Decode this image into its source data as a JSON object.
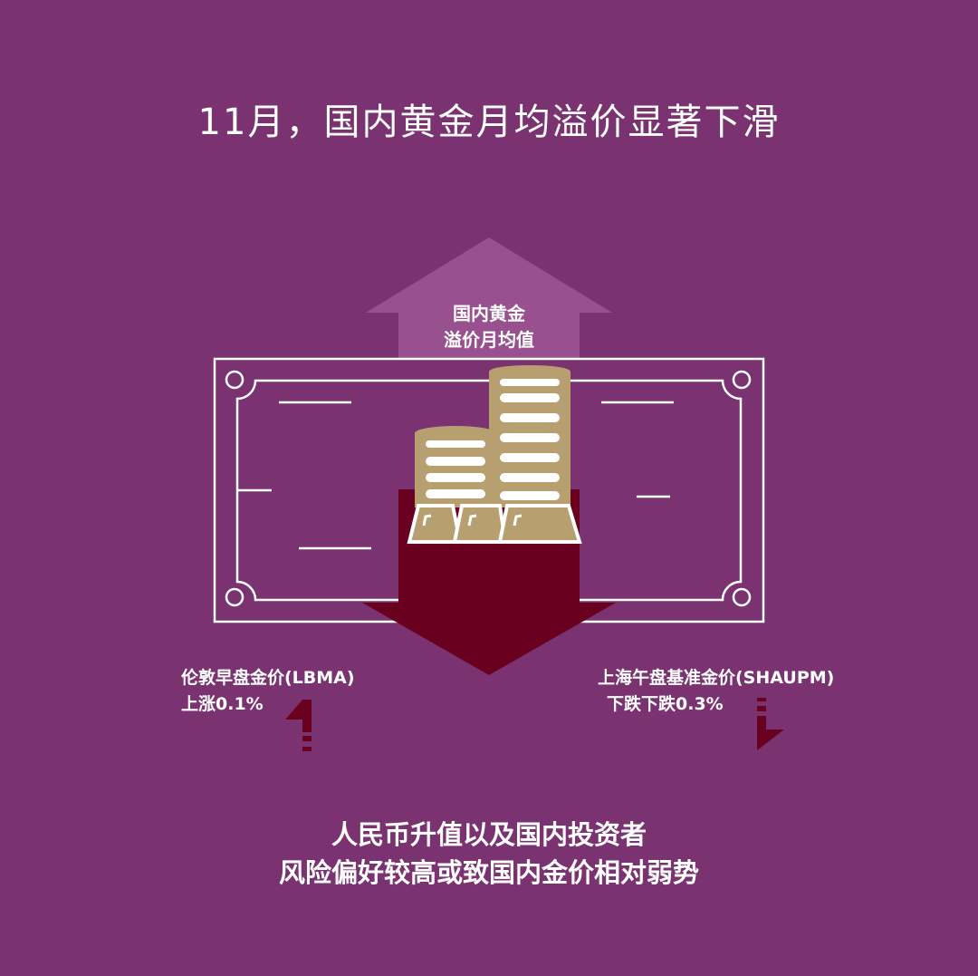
{
  "title": "11月，国内黄金月均溢价显著下滑",
  "up_arrow_label": [
    "国内黄金",
    "溢价月均值"
  ],
  "left": {
    "line1": "伦敦早盘金价(LBMA)",
    "line2": "上涨0.1%"
  },
  "right": {
    "line1": "上海午盘基准金价(SHAUPM)",
    "line2": "下跌下跌0.3%"
  },
  "conclusion": [
    "人民币升值以及国内投资者",
    "风险偏好较高或致国内金价相对弱势"
  ],
  "colors": {
    "background": "#7a3370",
    "up_arrow": "#98508f",
    "down_arrow": "#6a0020",
    "gold": "#b89f70"
  }
}
